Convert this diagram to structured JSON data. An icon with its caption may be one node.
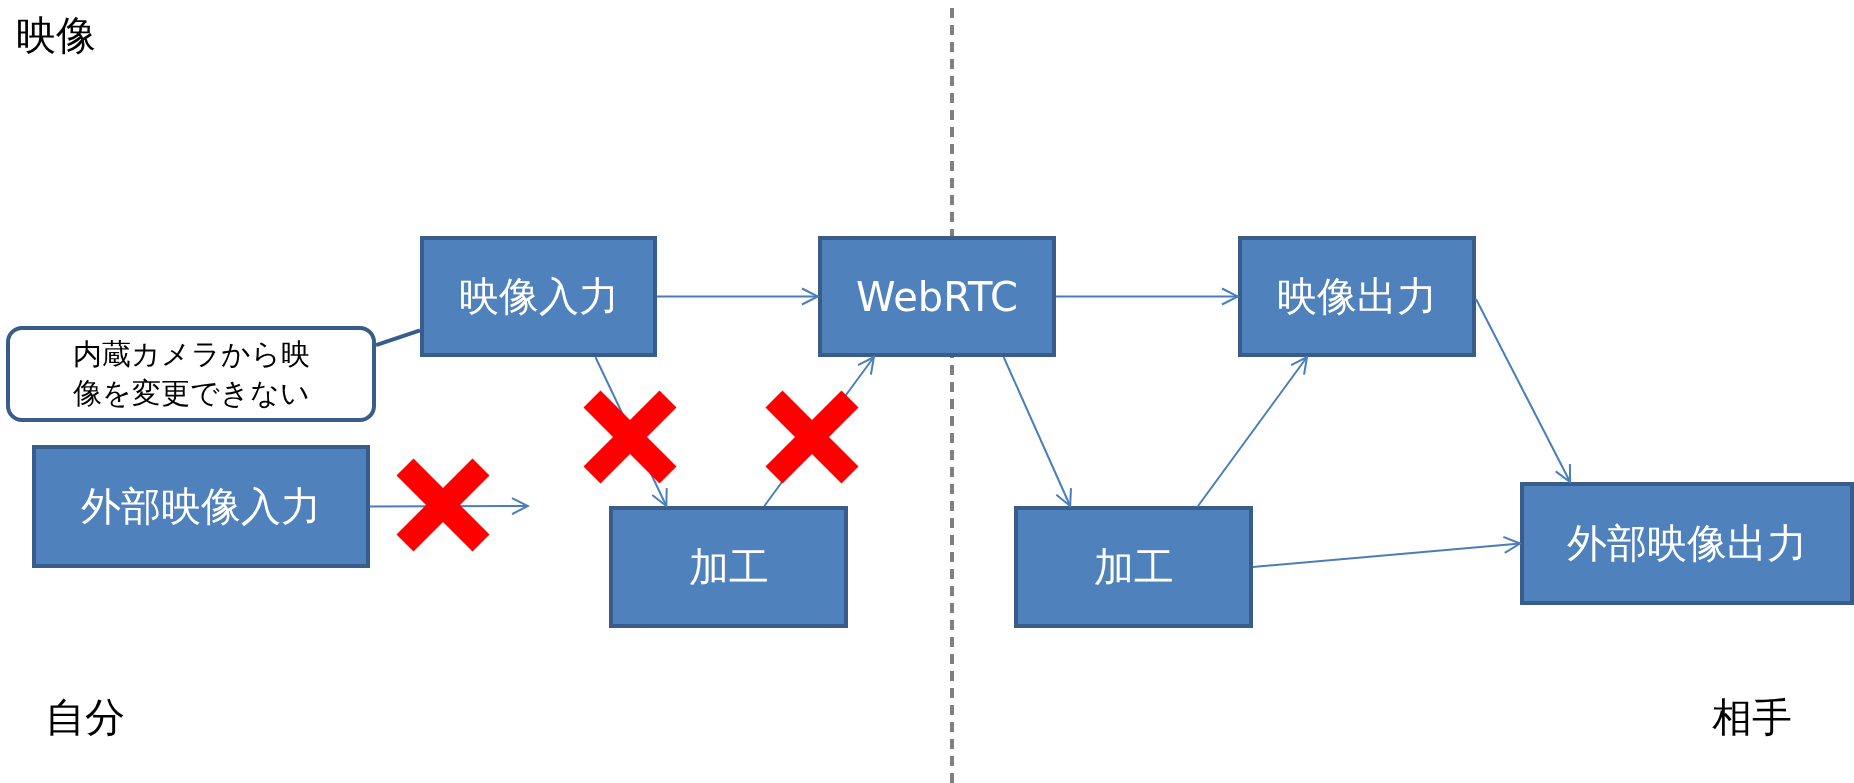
{
  "diagram": {
    "title": "映像",
    "nodes": [
      {
        "text": [
          "映像入力"
        ]
      },
      {
        "text": [
          "内蔵カメラから映像を変更できない"
        ]
      },
      {
        "text": [
          "外部映像入力"
        ]
      },
      {
        "text": [
          "加工"
        ]
      },
      {
        "text": [
          "WebRTC"
        ]
      },
      {
        "text": [
          "映像出力"
        ]
      },
      {
        "text": [
          "加工"
        ]
      },
      {
        "text": [
          "外部映像出力"
        ]
      }
    ],
    "edges": [
      {
        "from": 0,
        "to": 4,
        "arrow": "to"
      },
      {
        "from": 0,
        "to": 3,
        "arrow": "to"
      },
      {
        "from": 3,
        "to": 4,
        "arrow": "to"
      },
      {
        "from": 4,
        "to": 5,
        "arrow": "to"
      },
      {
        "from": 4,
        "to": 6,
        "arrow": "to"
      },
      {
        "from": 6,
        "to": 5,
        "arrow": "to"
      },
      {
        "from": 5,
        "to": 7,
        "arrow": "to"
      },
      {
        "from": 6,
        "to": 7,
        "arrow": "to"
      },
      {
        "from": 2,
        "to": null,
        "arrow": "to"
      },
      {
        "from": 1,
        "to": 0,
        "arrow": "none"
      }
    ],
    "labels": [
      "自分",
      "相手"
    ]
  }
}
